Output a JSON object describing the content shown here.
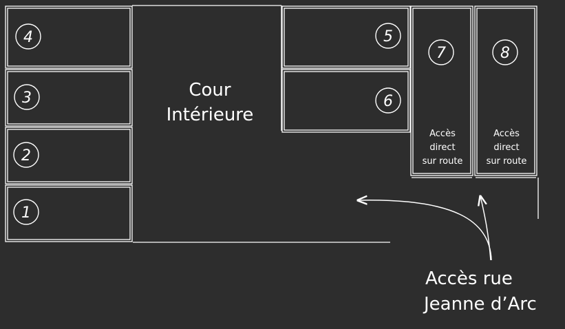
{
  "plan": {
    "colors": {
      "background": "#2d2d2d",
      "line": "#ffffff"
    },
    "courtyard": {
      "line1": "Cour",
      "line2": "Intérieure"
    },
    "units": [
      {
        "number": "1"
      },
      {
        "number": "2"
      },
      {
        "number": "3"
      },
      {
        "number": "4"
      },
      {
        "number": "5"
      },
      {
        "number": "6"
      },
      {
        "number": "7",
        "note": [
          "Accès",
          "direct",
          "sur route"
        ]
      },
      {
        "number": "8",
        "note": [
          "Accès",
          "direct",
          "sur route"
        ]
      }
    ],
    "street_access": {
      "line1": "Accès rue",
      "line2": "Jeanne d’Arc"
    },
    "arrow_icon": "arrow-up-icon"
  }
}
